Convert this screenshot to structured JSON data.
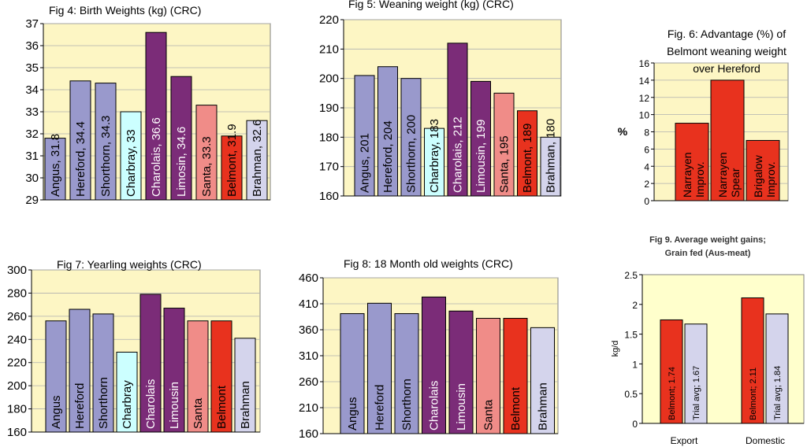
{
  "chart_data": [
    {
      "type": "bar",
      "title": "Fig 4: Birth Weights (kg) (CRC)",
      "categories": [
        "Angus",
        "Hereford",
        "Shorthorn",
        "Charbray",
        "Charolais",
        "Limosin",
        "Santa",
        "Belmont",
        "Brahman"
      ],
      "values": [
        31.8,
        34.4,
        34.3,
        33,
        36.6,
        34.6,
        33.3,
        31.9,
        32.6
      ],
      "bar_labels": [
        "Angus, 31.8",
        "Hereford, 34.4",
        "Shorthorn, 34.3",
        "Charbray, 33",
        "Charolais, 36.6",
        "Limosin, 34.6",
        "Santa, 33.3",
        "Belmont, 31.9",
        "Brahman, 32.6"
      ],
      "bar_colors": [
        "#9999cc",
        "#9999cc",
        "#9999cc",
        "#ccffff",
        "#7b2c78",
        "#7b2c78",
        "#f08c88",
        "#e8321e",
        "#d4d4ec"
      ],
      "ylim": [
        29,
        37
      ],
      "yticks": [
        29,
        30,
        31,
        32,
        33,
        34,
        35,
        36,
        37
      ],
      "grid": true
    },
    {
      "type": "bar",
      "title": "Fig 5: Weaning weight (kg) (CRC)",
      "categories": [
        "Angus",
        "Hereford",
        "Shorthorn",
        "Charbray",
        "Charolais",
        "Limousin",
        "Santa",
        "Belmont",
        "Brahman"
      ],
      "values": [
        201,
        204,
        200,
        183,
        212,
        199,
        195,
        189,
        180
      ],
      "bar_labels": [
        "Angus, 201",
        "Hereford, 204",
        "Shorthorn, 200",
        "Charbray, 183",
        "Charolais, 212",
        "Limousin, 199",
        "Santa, 195",
        "Belmont, 189",
        "Brahman, 180"
      ],
      "bar_colors": [
        "#9999cc",
        "#9999cc",
        "#9999cc",
        "#ccffff",
        "#7b2c78",
        "#7b2c78",
        "#f08c88",
        "#e8321e",
        "#d4d4ec"
      ],
      "ylim": [
        160,
        220
      ],
      "yticks": [
        160,
        170,
        180,
        190,
        200,
        210,
        220
      ],
      "grid": true
    },
    {
      "type": "bar",
      "title": "Fig. 6: Advantage (%) of Belmont weaning weight over  Hereford",
      "categories": [
        "Narrayen Improv.",
        "Narrayen Spear",
        "Brigalow Improv."
      ],
      "values": [
        9,
        14,
        7
      ],
      "bar_labels": [
        "Narrayen Improv.",
        "Narrayen Spear",
        "Brigalow Improv."
      ],
      "bar_colors": [
        "#e8321e",
        "#e8321e",
        "#e8321e"
      ],
      "ylabel": "%",
      "ylim": [
        0,
        16
      ],
      "yticks": [
        0,
        2,
        4,
        6,
        8,
        10,
        12,
        14,
        16
      ],
      "grid": true
    },
    {
      "type": "bar",
      "title": "Fig 7: Yearling weights (CRC)",
      "categories": [
        "Angus",
        "Hereford",
        "Shorthorn",
        "Charbray",
        "Charolais",
        "Limousin",
        "Santa",
        "Belmont",
        "Brahman"
      ],
      "values": [
        256,
        266,
        262,
        229,
        279,
        267,
        256,
        256,
        241
      ],
      "bar_labels": [
        "Angus",
        "Hereford",
        "Shorthorn",
        "Charbray",
        "Charolais",
        "Limousin",
        "Santa",
        "Belmont",
        "Brahman"
      ],
      "bar_colors": [
        "#9999cc",
        "#9999cc",
        "#9999cc",
        "#ccffff",
        "#7b2c78",
        "#7b2c78",
        "#f08c88",
        "#e8321e",
        "#d4d4ec"
      ],
      "ylim": [
        160,
        300
      ],
      "yticks": [
        160,
        180,
        200,
        220,
        240,
        260,
        280,
        300
      ],
      "grid": true
    },
    {
      "type": "bar",
      "title": "Fig 8: 18 Month old weights (CRC)",
      "categories": [
        "Angus",
        "Hereford",
        "Shorthorn",
        "Charolais",
        "Limousin",
        "Santa",
        "Belmont",
        "Brahman"
      ],
      "values": [
        391,
        411,
        391,
        423,
        396,
        382,
        382,
        364
      ],
      "bar_labels": [
        "Angus",
        "Hereford",
        "Shorthorn",
        "Charolais",
        "Limousin",
        "Santa",
        "Belmont",
        "Brahman"
      ],
      "bar_colors": [
        "#9999cc",
        "#9999cc",
        "#9999cc",
        "#7b2c78",
        "#7b2c78",
        "#f08c88",
        "#e8321e",
        "#d4d4ec"
      ],
      "ylim": [
        160,
        460
      ],
      "yticks": [
        160,
        210,
        260,
        310,
        360,
        410,
        460
      ],
      "grid": true
    },
    {
      "type": "bar",
      "title": "Fig 9. Average weight gains;",
      "title2": "Grain fed (Aus-meat)",
      "categories": [
        "Export",
        "Domestic"
      ],
      "series": [
        {
          "name": "Belmont",
          "values": [
            1.74,
            2.11
          ],
          "color": "#e8321e"
        },
        {
          "name": "Trial avg",
          "values": [
            1.67,
            1.84
          ],
          "color": "#d4d4ec"
        }
      ],
      "bar_labels": [
        [
          "Belmont; 1.74",
          "Trial avg; 1.67"
        ],
        [
          "Belmont; 2.11",
          "Trial avg; 1.84"
        ]
      ],
      "ylabel": "kg/d",
      "ylim": [
        0,
        2.5
      ],
      "yticks": [
        "0",
        "0.5",
        "1",
        "1.5",
        "2",
        "2.5"
      ],
      "grid": false
    }
  ]
}
